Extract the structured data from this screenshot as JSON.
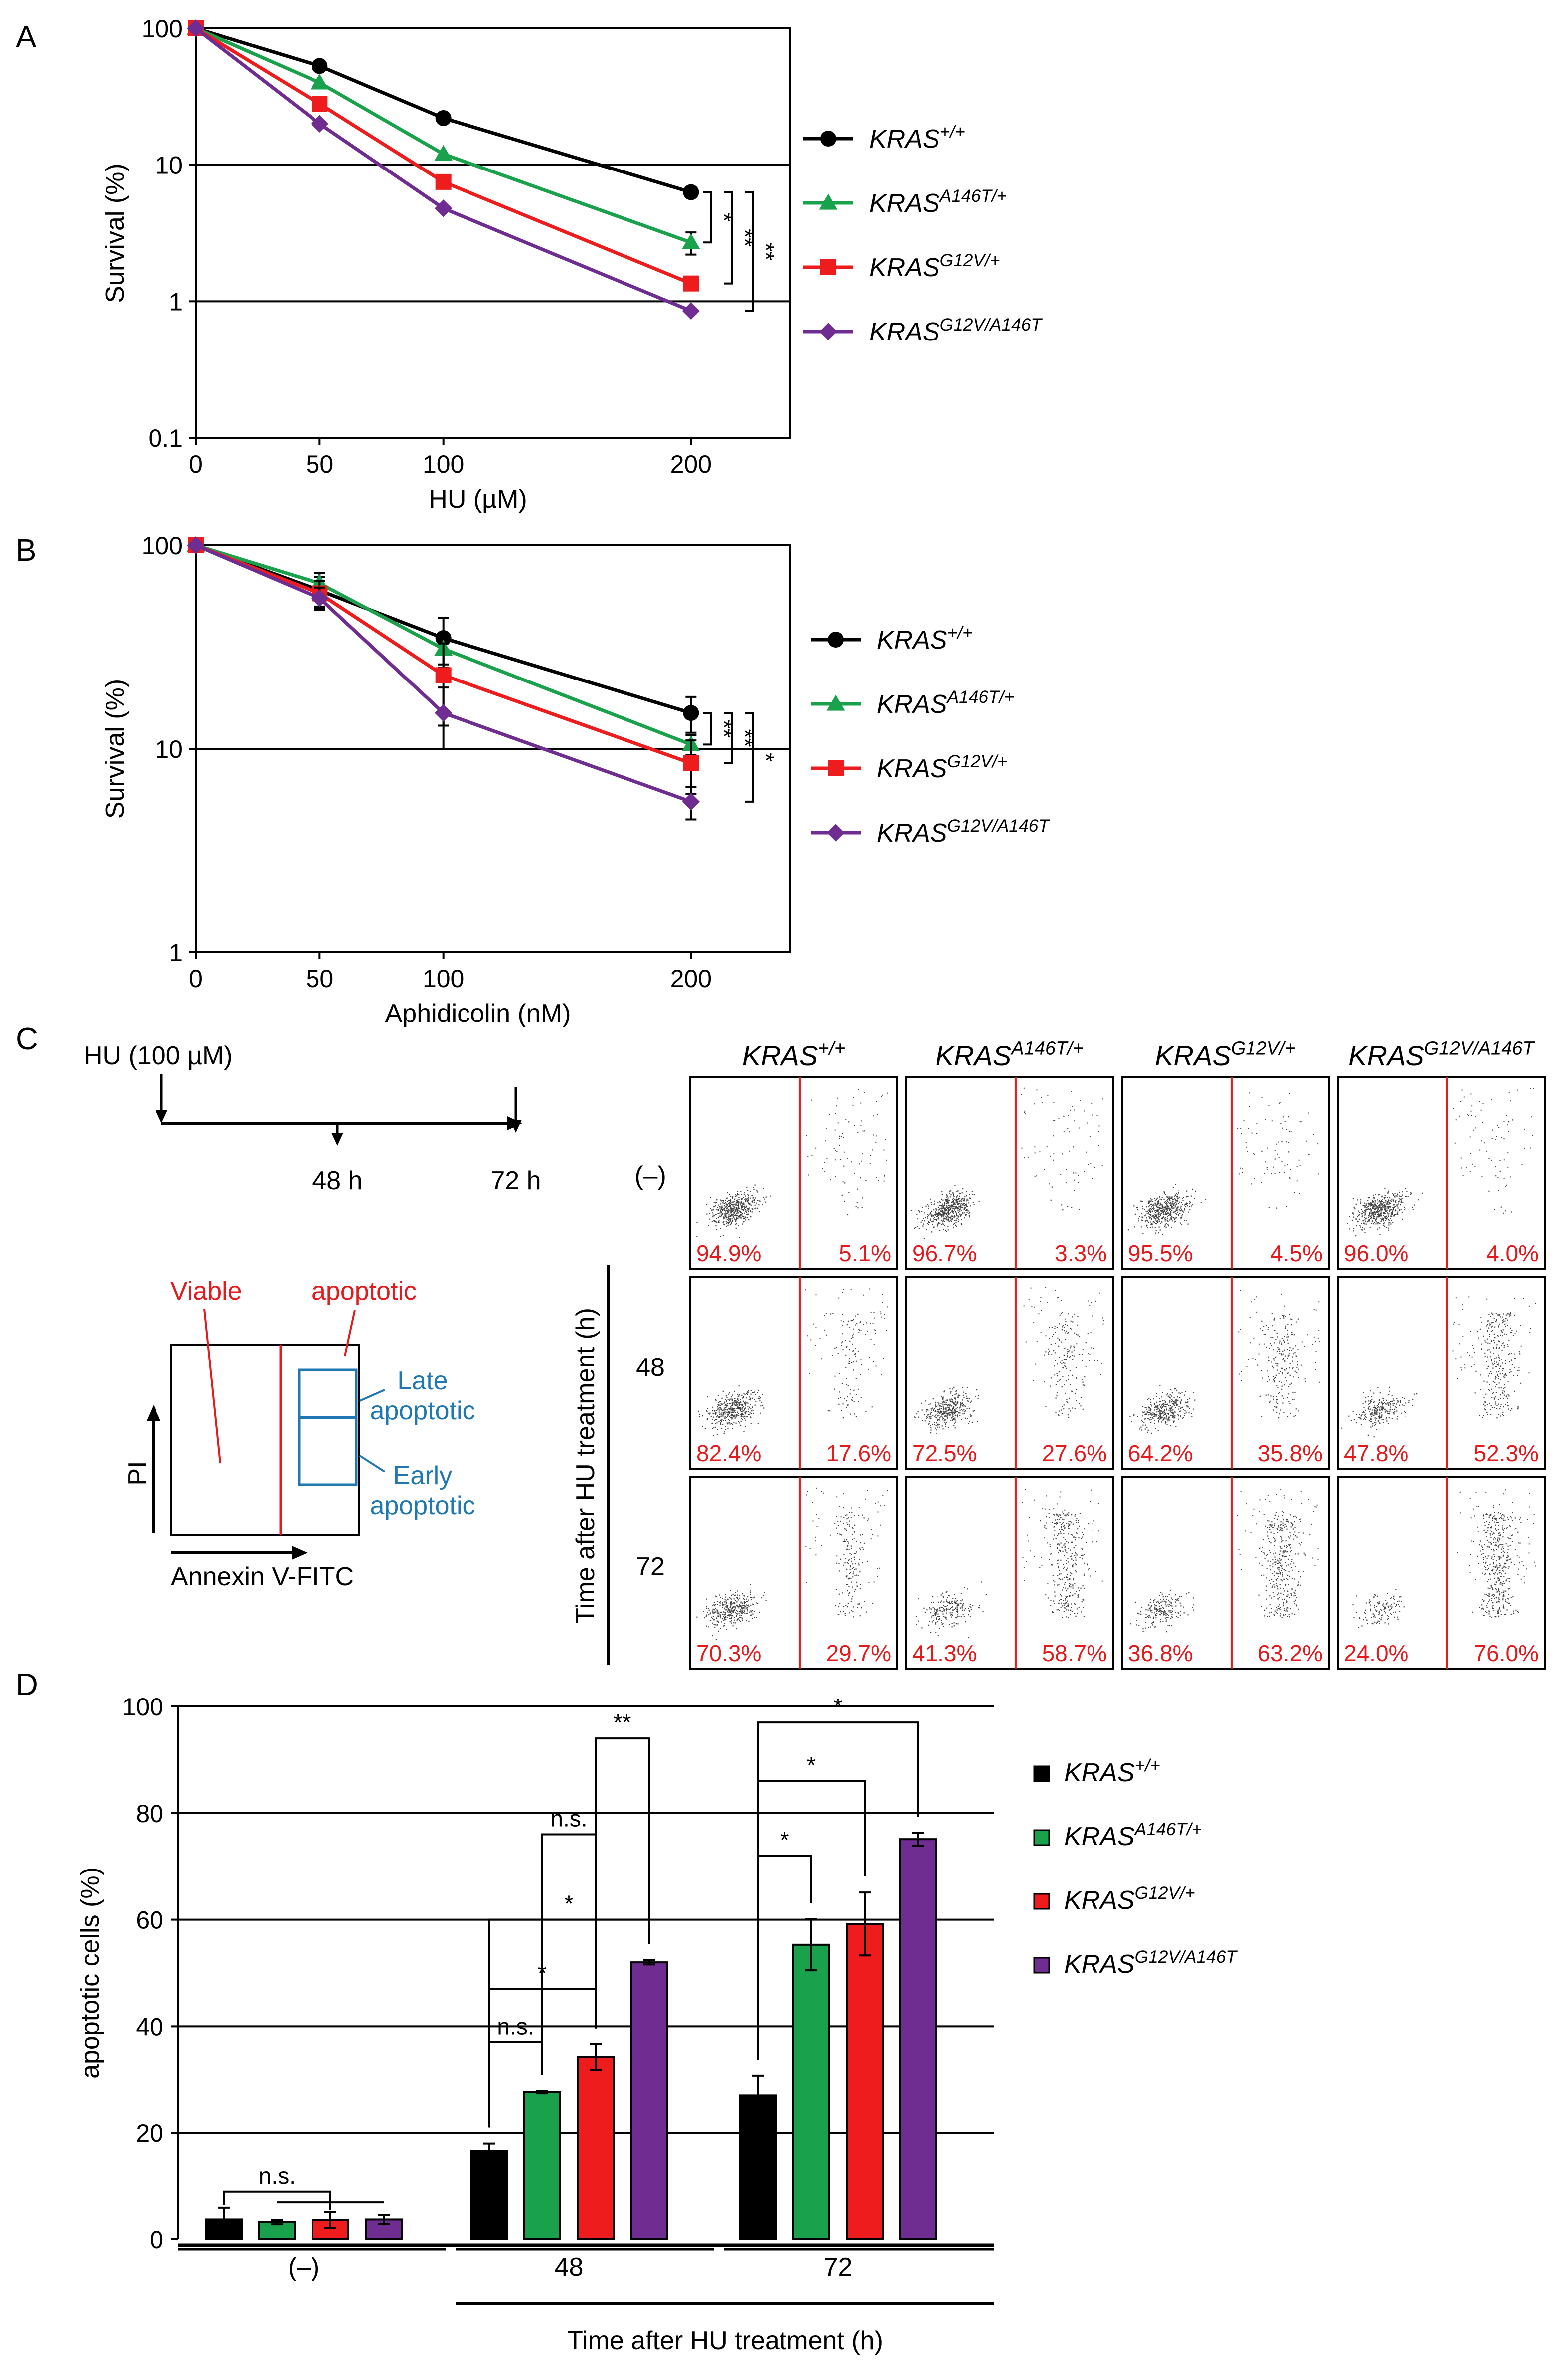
{
  "colors": {
    "wt": "#000000",
    "a146t": "#1aa14b",
    "g12v": "#ee1c1c",
    "double": "#6f2c91",
    "facs_gate": "#e41a1c",
    "facs_text": "#e41a1c",
    "schematic_blue": "#1f78b4"
  },
  "legend_entries": [
    {
      "gene": "KRAS",
      "sup": "+/+"
    },
    {
      "gene": "KRAS",
      "sup": "A146T/+"
    },
    {
      "gene": "KRAS",
      "sup": "G12V/+"
    },
    {
      "gene": "KRAS",
      "sup": "G12V/A146T"
    }
  ],
  "chart_data": [
    {
      "panel": "A",
      "type": "line",
      "scale": "log",
      "xlabel": "HU (µM)",
      "ylabel": "Survival (%)",
      "x_ticks": [
        0,
        50,
        100,
        200
      ],
      "y_ticks": [
        {
          "value": 100,
          "label": "100"
        },
        {
          "value": 10,
          "label": "10"
        },
        {
          "value": 1,
          "label": "1"
        },
        {
          "value": 0.1,
          "label": "0.1"
        }
      ],
      "ylim": [
        0.1,
        100
      ],
      "xlim": [
        0,
        240
      ],
      "gridlines": [
        10,
        1
      ],
      "legend_position": "right",
      "series": [
        {
          "name": "KRAS+/+",
          "marker": "circle",
          "x": [
            0,
            50,
            100,
            200
          ],
          "y": [
            100,
            53,
            22,
            6.3
          ],
          "err": [
            0,
            0,
            0,
            0.5
          ]
        },
        {
          "name": "KRASA146T/+",
          "marker": "triangle",
          "x": [
            0,
            50,
            100,
            200
          ],
          "y": [
            100,
            40,
            12,
            2.7
          ],
          "err": [
            0,
            0,
            0,
            0.5
          ]
        },
        {
          "name": "KRASG12V/+",
          "marker": "square",
          "x": [
            0,
            50,
            100,
            200
          ],
          "y": [
            100,
            28,
            7.5,
            1.35
          ],
          "err": [
            0,
            0,
            0,
            0
          ]
        },
        {
          "name": "KRASG12V/A146T",
          "marker": "diamond",
          "x": [
            0,
            50,
            100,
            200
          ],
          "y": [
            100,
            20,
            4.8,
            0.85
          ],
          "err": [
            0,
            0,
            0,
            0
          ]
        }
      ],
      "significance": [
        {
          "from_y": 6.3,
          "to_y": 2.7,
          "level": 1,
          "label": "*"
        },
        {
          "from_y": 6.3,
          "to_y": 1.35,
          "level": 2,
          "label": "**"
        },
        {
          "from_y": 6.3,
          "to_y": 0.85,
          "level": 3,
          "label": "**"
        }
      ]
    },
    {
      "panel": "B",
      "type": "line",
      "scale": "log",
      "xlabel": "Aphidicolin (nM)",
      "ylabel": "Survival (%)",
      "x_ticks": [
        0,
        50,
        100,
        200
      ],
      "y_ticks": [
        {
          "value": 100,
          "label": "100"
        },
        {
          "value": 10,
          "label": "10"
        },
        {
          "value": 1,
          "label": "1"
        }
      ],
      "ylim": [
        1,
        100
      ],
      "xlim": [
        0,
        240
      ],
      "gridlines": [
        10
      ],
      "legend_position": "right",
      "series": [
        {
          "name": "KRAS+/+",
          "marker": "circle",
          "x": [
            0,
            50,
            100,
            200
          ],
          "y": [
            100,
            60,
            35,
            15
          ],
          "err": [
            0,
            10,
            9,
            3
          ]
        },
        {
          "name": "KRASA146T/+",
          "marker": "triangle",
          "x": [
            0,
            50,
            100,
            200
          ],
          "y": [
            100,
            65,
            31,
            10.5
          ],
          "err": [
            0,
            8,
            6,
            1.2
          ]
        },
        {
          "name": "KRASG12V/+",
          "marker": "square",
          "x": [
            0,
            50,
            100,
            200
          ],
          "y": [
            100,
            58,
            23,
            8.5
          ],
          "err": [
            0,
            9,
            10,
            2.5
          ]
        },
        {
          "name": "KRASG12V/A146T",
          "marker": "diamond",
          "x": [
            0,
            50,
            100,
            200
          ],
          "y": [
            100,
            55,
            15,
            5.5
          ],
          "err": [
            0,
            7,
            5,
            1
          ]
        }
      ],
      "significance": [
        {
          "from_y": 15,
          "to_y": 10.5,
          "level": 1,
          "label": "**"
        },
        {
          "from_y": 15,
          "to_y": 8.5,
          "level": 2,
          "label": "**"
        },
        {
          "from_y": 15,
          "to_y": 5.5,
          "level": 3,
          "label": "*"
        }
      ]
    },
    {
      "panel": "D",
      "type": "bar",
      "ylabel": "apoptotic cells (%)",
      "xlabel": "Time after HU treatment (h)",
      "categories": [
        "(–)",
        "48",
        "72"
      ],
      "y_ticks": [
        0,
        20,
        40,
        60,
        80,
        100
      ],
      "ylim": [
        0,
        100
      ],
      "gridlines": [
        20,
        40,
        60,
        80,
        100
      ],
      "legend_position": "right",
      "series": [
        {
          "name": "KRAS+/+",
          "values": [
            3.7,
            16.6,
            27.0
          ],
          "err": [
            2.3,
            1.4,
            3.7
          ]
        },
        {
          "name": "KRASA146T/+",
          "values": [
            3.2,
            27.6,
            55.3
          ],
          "err": [
            0.4,
            0.2,
            4.8
          ]
        },
        {
          "name": "KRASG12V/+",
          "values": [
            3.6,
            34.2,
            59.2
          ],
          "err": [
            1.5,
            2.4,
            5.9
          ]
        },
        {
          "name": "KRASG12V/A146T",
          "values": [
            3.7,
            52.0,
            75.1
          ],
          "err": [
            0.8,
            0.4,
            1.2
          ]
        }
      ],
      "significance": [
        {
          "group": 0,
          "from": 0,
          "to": 2,
          "height": 9.0,
          "label": "n.s.",
          "lower": true,
          "to_bar": 3
        },
        {
          "group": 1,
          "from": 0,
          "to": 1,
          "height": 37,
          "label": "n.s."
        },
        {
          "group": 1,
          "from": 0,
          "to": 2,
          "height": 47,
          "label": "*"
        },
        {
          "group": 1,
          "from": 0,
          "to": 3,
          "height": 60,
          "label": "*"
        },
        {
          "group": 1,
          "from": 2,
          "to": 3,
          "height": 94,
          "label": "**",
          "start_from": 1
        },
        {
          "group": 1,
          "from": 1,
          "to": 2,
          "height": 76,
          "label": "n.s."
        },
        {
          "group": 2,
          "from": 0,
          "to": 1,
          "height": 72,
          "label": "*"
        },
        {
          "group": 2,
          "from": 0,
          "to": 2,
          "height": 86,
          "label": "*"
        },
        {
          "group": 2,
          "from": 0,
          "to": 3,
          "height": 97,
          "label": "*"
        }
      ]
    }
  ],
  "panel_a": {
    "letter": "A"
  },
  "panel_b": {
    "letter": "B"
  },
  "panel_c": {
    "letter": "C",
    "timeline": {
      "treatment": "HU (100 µM)",
      "t1": "48 h",
      "t2": "72 h"
    },
    "schematic": {
      "viable": "Viable",
      "apoptotic": "apoptotic",
      "late": [
        "Late",
        "apoptotic"
      ],
      "early": [
        "Early",
        "apoptotic"
      ],
      "y_axis": "PI",
      "x_axis": "Annexin V-FITC"
    },
    "row_labels": [
      "(–)",
      "48",
      "72"
    ],
    "row_axis_title": "Time after HU treatment (h)",
    "columns": [
      {
        "gene": "KRAS",
        "sup": "+/+"
      },
      {
        "gene": "KRAS",
        "sup": "A146T/+"
      },
      {
        "gene": "KRAS",
        "sup": "G12V/+"
      },
      {
        "gene": "KRAS",
        "sup": "G12V/A146T"
      }
    ],
    "facs_values": [
      [
        [
          "94.9%",
          "5.1%"
        ],
        [
          "96.7%",
          "3.3%"
        ],
        [
          "95.5%",
          "4.5%"
        ],
        [
          "96.0%",
          "4.0%"
        ]
      ],
      [
        [
          "82.4%",
          "17.6%"
        ],
        [
          "72.5%",
          "27.6%"
        ],
        [
          "64.2%",
          "35.8%"
        ],
        [
          "47.8%",
          "52.3%"
        ]
      ],
      [
        [
          "70.3%",
          "29.7%"
        ],
        [
          "41.3%",
          "58.7%"
        ],
        [
          "36.8%",
          "63.2%"
        ],
        [
          "24.0%",
          "76.0%"
        ]
      ]
    ]
  },
  "panel_d": {
    "letter": "D"
  }
}
